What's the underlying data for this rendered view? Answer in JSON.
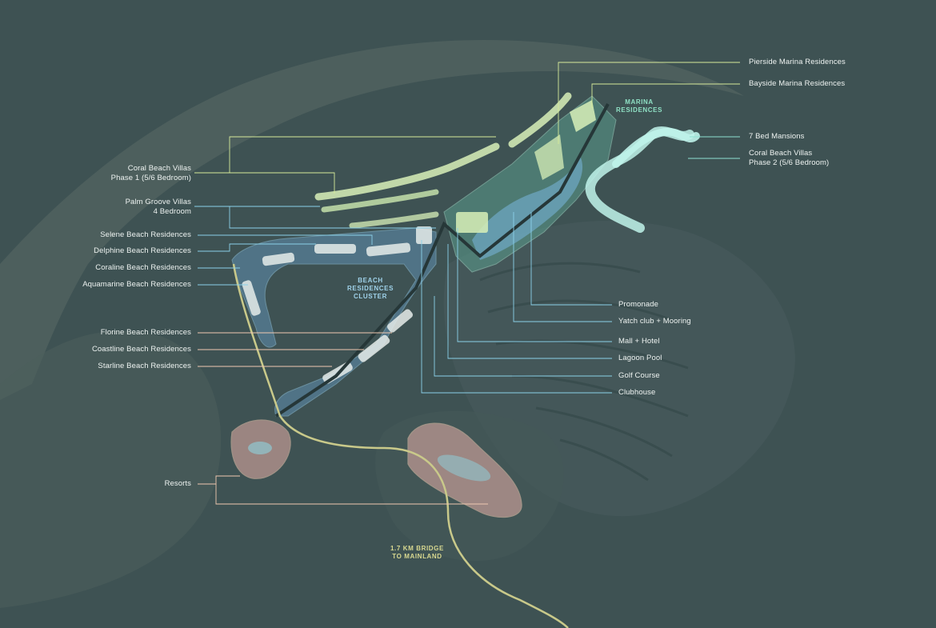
{
  "map": {
    "zones": {
      "marina": "MARINA\nRESIDENCES",
      "beach_cluster": "BEACH\nRESIDENCES\nCLUSTER",
      "bridge": "1.7 KM BRIDGE\nTO MAINLAND"
    },
    "labels": {
      "pierside": "Pierside Marina Residences",
      "bayside": "Bayside Marina Residences",
      "mansions": "7 Bed Mansions",
      "coral_phase2": "Coral Beach Villas\nPhase 2 (5/6 Bedroom)",
      "coral_phase1": "Coral Beach Villas\nPhase 1 (5/6 Bedroom)",
      "palm_groove": "Palm Groove Villas\n4 Bedroom",
      "selene": "Selene Beach Residences",
      "delphine": "Delphine Beach Residences",
      "coraline": "Coraline Beach Residences",
      "aquamarine": "Aquamarine Beach Residences",
      "florine": "Florine Beach Residences",
      "coastline": "Coastline Beach Residences",
      "starline": "Starline Beach Residences",
      "resorts": "Resorts",
      "promenade": "Promonade",
      "yacht_club": "Yatch club + Mooring",
      "mall": "Mall + Hotel",
      "lagoon": "Lagoon Pool",
      "golf": "Golf Course",
      "clubhouse": "Clubhouse"
    },
    "colors": {
      "sea": "#3c5051",
      "land": "#4a5e5c",
      "beach_zone": "#5f8fb0",
      "marina_zone": "#5a9c8c",
      "villas": "#d8f0b8",
      "mansions": "#bff3ea",
      "resorts": "#e8b0a8",
      "leader_green": "#d6ea9a",
      "leader_blue": "#8ad0e8",
      "leader_peach": "#f0c8b0",
      "road": "#c9c98a"
    }
  }
}
